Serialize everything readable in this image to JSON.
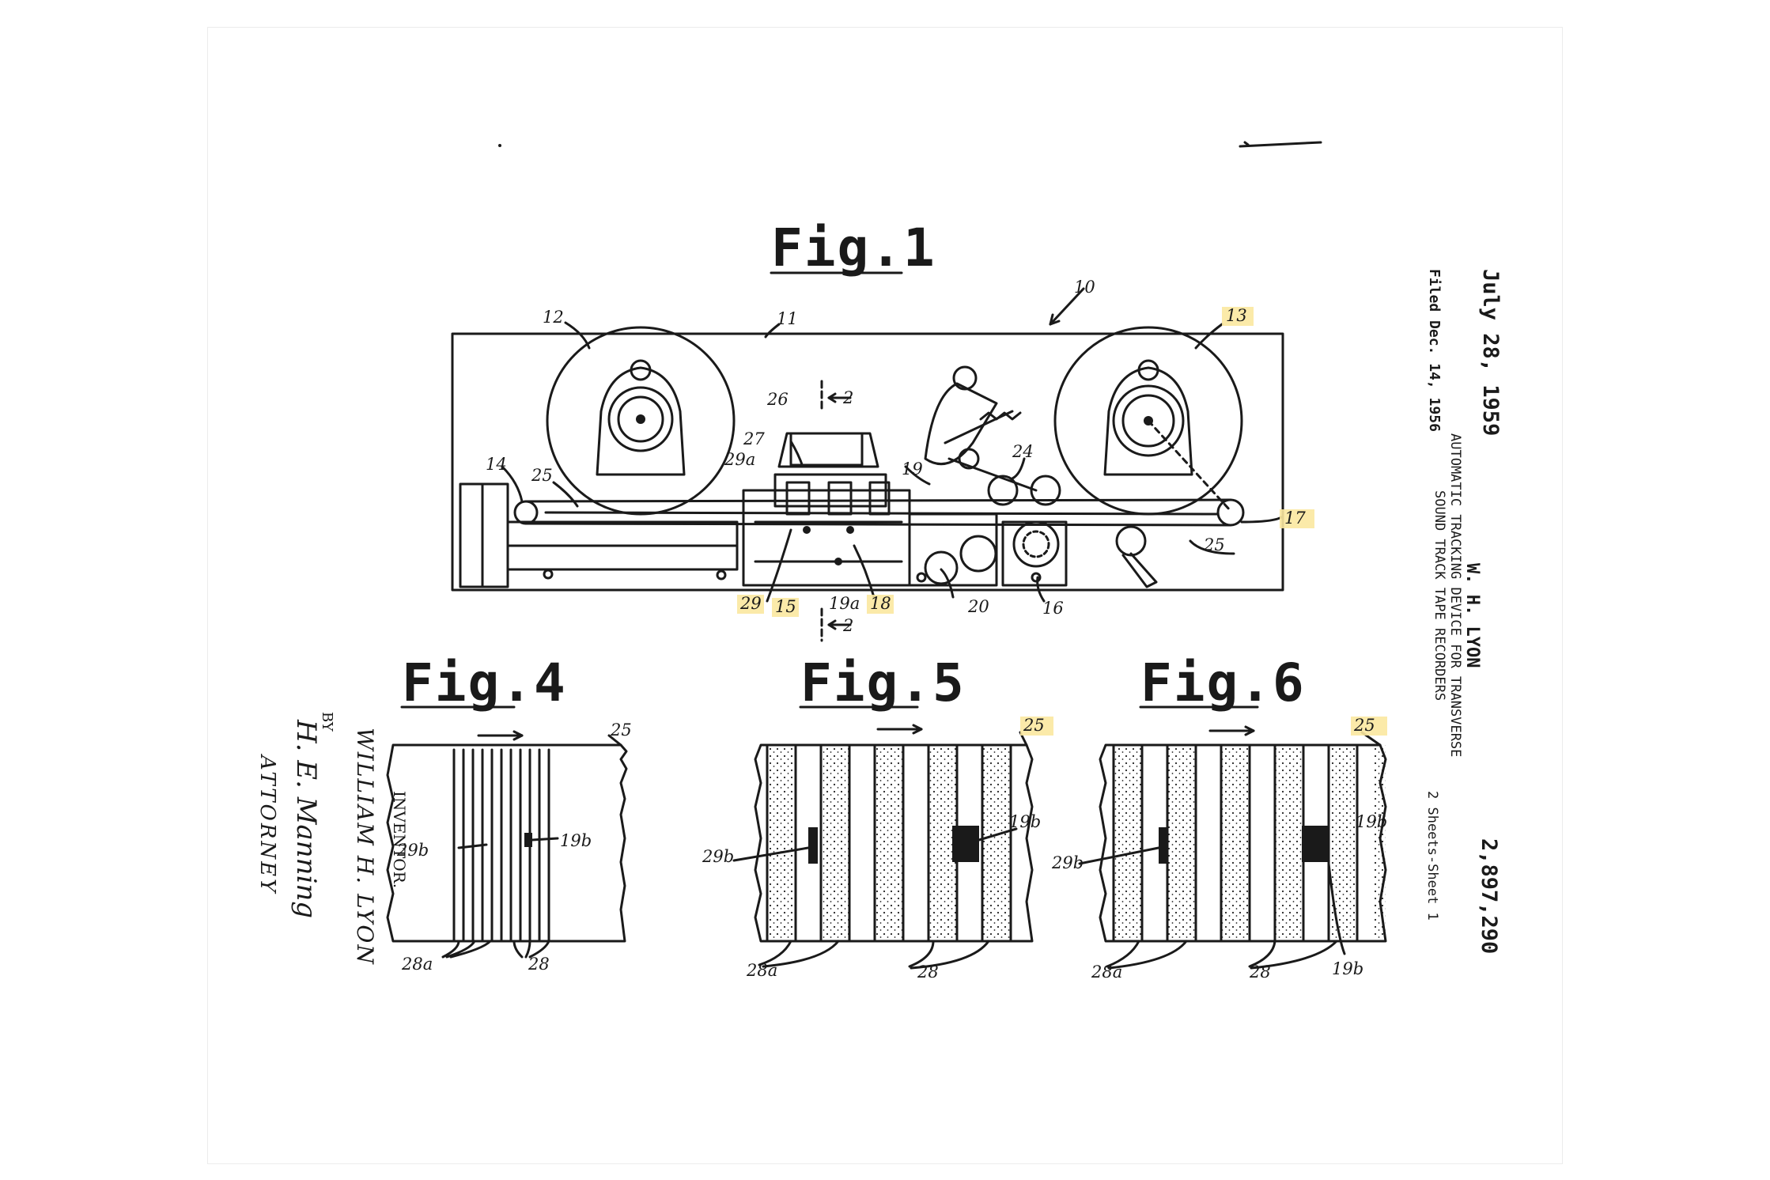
{
  "header": {
    "date": "July 28, 1959",
    "inventor_name": "W. H. LYON",
    "patent_number": "2,897,290",
    "title_line1": "AUTOMATIC TRACKING DEVICE FOR TRANSVERSE",
    "title_line2": "SOUND TRACK TAPE RECORDERS",
    "filed": "Filed Dec. 14, 1956",
    "sheets": "2 Sheets-Sheet 1"
  },
  "figures": {
    "fig1": "Fig.1",
    "fig4": "Fig.4",
    "fig5": "Fig.5",
    "fig6": "Fig.6"
  },
  "fig1_labels": {
    "l10": "10",
    "l11": "11",
    "l12": "12",
    "l13": "13",
    "l14": "14",
    "l15": "15",
    "l16": "16",
    "l17": "17",
    "l18": "18",
    "l19": "19",
    "l19a": "19a",
    "l20": "20",
    "l24": "24",
    "l25a": "25",
    "l25b": "25",
    "l26": "26",
    "l27": "27",
    "l29": "29",
    "l29a": "29a",
    "sec_top": "2",
    "sec_bottom": "2"
  },
  "fig4_labels": {
    "l25": "25",
    "l29b": "29b",
    "l19b": "19b",
    "l28a": "28a",
    "l28": "28"
  },
  "fig5_labels": {
    "l25": "25",
    "l29b": "29b",
    "l19b": "19b",
    "l28a": "28a",
    "l28": "28"
  },
  "fig6_labels": {
    "l25": "25",
    "l29b": "29b",
    "l19b": "19b",
    "l28a": "28a",
    "l28": "28",
    "l19b2": "19b"
  },
  "signature": {
    "inventor_tag": "INVENTOR.",
    "inventor": "WILLIAM H. LYON",
    "by": "BY",
    "signed": "H. E. Manning",
    "role": "ATTORNEY"
  },
  "highlight_color": "#fbe8a0"
}
